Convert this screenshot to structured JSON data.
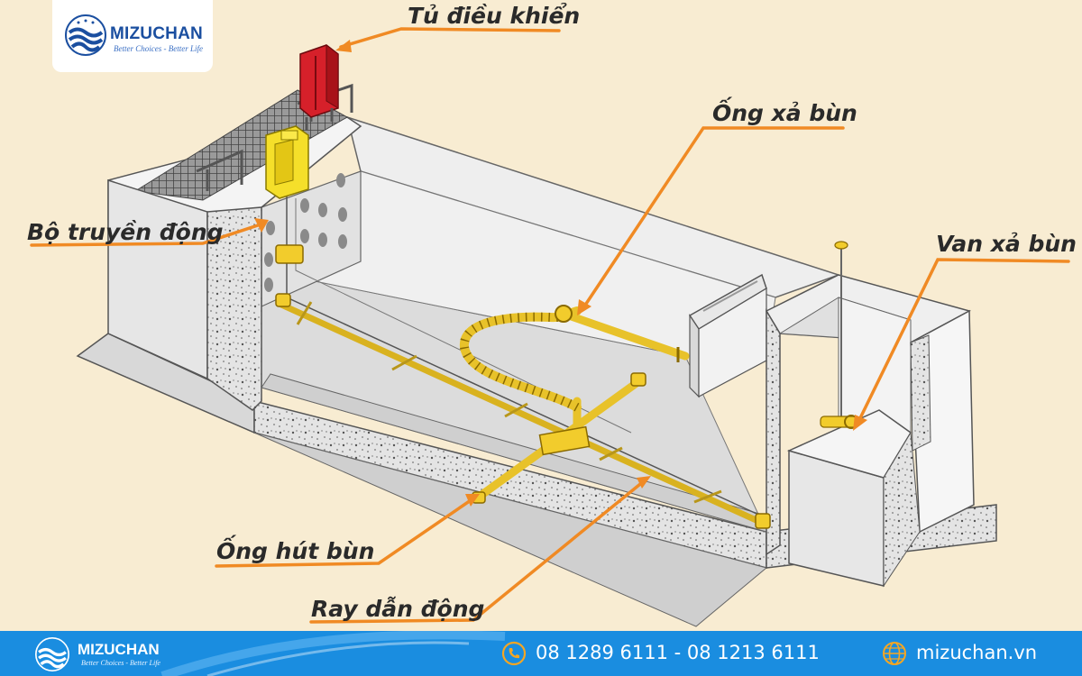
{
  "brand": {
    "name": "MIZUCHAN",
    "tagline": "Better Choices - Better Life",
    "accent": "#1a8de0"
  },
  "diagram": {
    "labels": {
      "control_cabinet": "Tủ điều khiển",
      "sludge_discharge_pipe": "Ống xả bùn",
      "drive_unit": "Bộ truyền động",
      "sludge_discharge_valve": "Van xả bùn",
      "sludge_suction_pipe": "Ống hút bùn",
      "drive_rail": "Ray dẫn động"
    },
    "colors": {
      "callout_line": "#f08a24",
      "pipe": "#f2cc2c",
      "cabinet": "#d6202a",
      "concrete": "#e9e9e9"
    }
  },
  "footer": {
    "phone": "08 1289 6111 - 08 1213 6111",
    "website": "mizuchan.vn",
    "phone_icon": "phone-icon",
    "web_icon": "globe-icon"
  }
}
